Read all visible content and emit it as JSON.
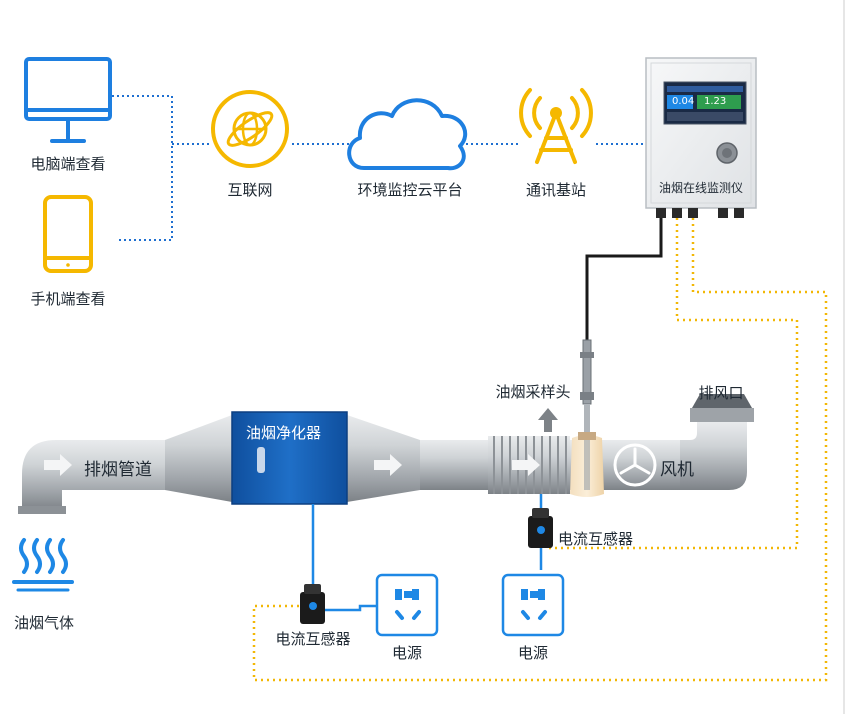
{
  "labels": {
    "pc": "电脑端查看",
    "phone": "手机端查看",
    "internet": "互联网",
    "cloud": "环境监控云平台",
    "base_station": "通讯基站",
    "monitor": "油烟在线监测仪",
    "probe": "油烟采样头",
    "exhaust_outlet": "排风口",
    "duct": "排烟管道",
    "purifier": "油烟净化器",
    "fan": "风机",
    "ct_right": "电流互感器",
    "ct_left": "电流互感器",
    "power_left": "电源",
    "power_right": "电源",
    "fume_gas": "油烟气体"
  },
  "monitor_screen": {
    "value_1": "0.04",
    "value_2": "1.23"
  },
  "colors": {
    "accent_blue": "#1e88e5",
    "device_yellow": "#f5b800",
    "dotted_blue": "#1e6fd0",
    "dotted_yellow": "#f2b705",
    "purifier_blue": "#1565c0",
    "duct_gray": "#bfc3c7"
  },
  "icons": [
    "monitor-icon",
    "tablet-icon",
    "globe-icon",
    "cloud-icon",
    "signal-tower-icon",
    "power-socket-icon",
    "current-transformer-icon",
    "fan-icon",
    "smoke-icon",
    "arrow-right-icon",
    "arrow-up-icon"
  ]
}
